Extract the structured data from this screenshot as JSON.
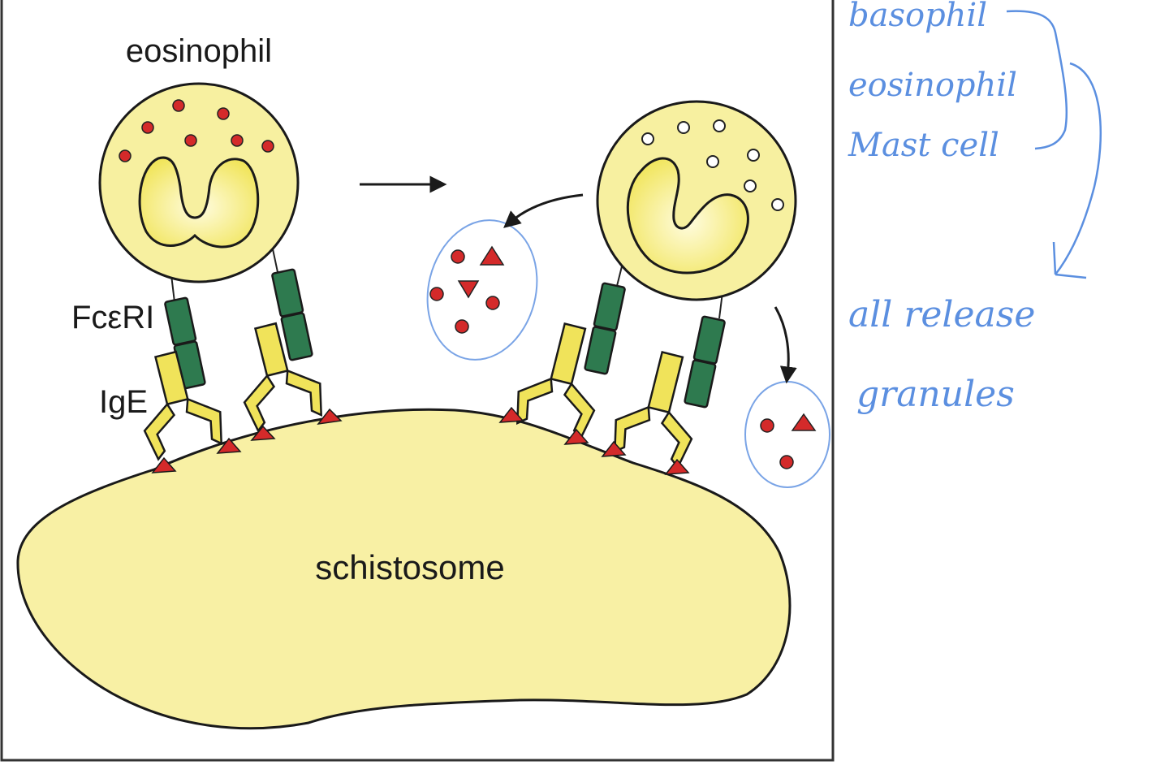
{
  "labels": {
    "cell": "eosinophil",
    "receptor": "FcεRI",
    "antibody": "IgE",
    "parasite": "schistosome"
  },
  "annotations": {
    "cells": [
      "basophil",
      "eosinophil",
      "Mast cell"
    ],
    "note_line1": "all release",
    "note_line2": "granules"
  },
  "colors": {
    "cell_fill": "#f7f0a0",
    "nucleus_fill": "#f4ea70",
    "receptor": "#2e7a4f",
    "antibody": "#f0e35a",
    "antigen": "#d42a2a",
    "ink": "#1a1a1a",
    "annotation": "#5b8fe0"
  }
}
